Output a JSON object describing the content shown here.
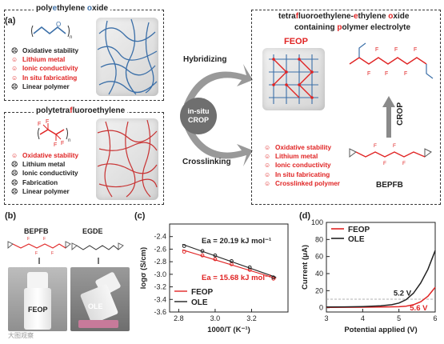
{
  "panel_a": {
    "label": "(a)",
    "peo_box": {
      "title_parts": [
        "poly",
        "e",
        "thylene ",
        "o",
        "xide"
      ],
      "props": [
        {
          "face": "☹",
          "text": "Oxidative stability",
          "color": "#222"
        },
        {
          "face": "☺",
          "text": "Lithium metal",
          "color": "#e02424"
        },
        {
          "face": "☺",
          "text": "Ionic conductivity",
          "color": "#e02424"
        },
        {
          "face": "☺",
          "text": "In situ fabricating",
          "color": "#e02424"
        },
        {
          "face": "☹",
          "text": "Linear polymer",
          "color": "#222"
        }
      ]
    },
    "ptfe_box": {
      "title_parts": [
        "polytetra",
        "f",
        "luoroethylene"
      ],
      "props": [
        {
          "face": "☺",
          "text": "Oxidative stability",
          "color": "#e02424"
        },
        {
          "face": "☹",
          "text": "Lithium metal",
          "color": "#222"
        },
        {
          "face": "☹",
          "text": "Ionic conductivity",
          "color": "#222"
        },
        {
          "face": "☹",
          "text": "Fabrication",
          "color": "#222"
        },
        {
          "face": "☹",
          "text": "Linear polymer",
          "color": "#222"
        }
      ]
    },
    "arrows": {
      "top": "Hybridizing",
      "bottom": "Crosslinking",
      "center": "in-situ\nCROP"
    },
    "result_box": {
      "title_line1_parts": [
        "tetra",
        "f",
        "luoroethylene-",
        "e",
        "thylene ",
        "o",
        "xide"
      ],
      "title_line2_parts": [
        "containing ",
        "p",
        "olymer electrolyte"
      ],
      "feop_label": "FEOP",
      "crop_label": "CROP",
      "bepfb_label": "BEPFB",
      "props": [
        {
          "face": "☺",
          "text": "Oxidative stability"
        },
        {
          "face": "☺",
          "text": "Lithium metal"
        },
        {
          "face": "☺",
          "text": "Ionic conductivity"
        },
        {
          "face": "☺",
          "text": "In situ fabricating"
        },
        {
          "face": "☺",
          "text": "Crosslinked polymer"
        }
      ]
    },
    "struct_labels": {
      "O": "O",
      "n": "n",
      "F": "F"
    }
  },
  "panel_b": {
    "label": "(b)",
    "mol1": "BEPFB",
    "mol2": "EGDE",
    "vial1": "FEOP",
    "vial2": "OLE",
    "watermark": "大图观察"
  },
  "colors": {
    "red": "#e02424",
    "blue": "#3b6fa8",
    "gray": "#8a8a8a",
    "black": "#222222"
  },
  "chart_data": [
    {
      "panel": "(c)",
      "type": "scatter",
      "xlabel": "1000/T (K⁻¹)",
      "ylabel": "logσ (S/cm)",
      "xlim": [
        2.75,
        3.4
      ],
      "ylim": [
        -3.6,
        -2.2
      ],
      "xticks": [
        2.8,
        3.0,
        3.2
      ],
      "xtick_labels": [
        "2.8",
        "3.0",
        "3.2"
      ],
      "yticks": [
        -2.4,
        -2.6,
        -2.8,
        -3.0,
        -3.2,
        -3.4,
        -3.6
      ],
      "ytick_labels": [
        "-2.4",
        "-2.6",
        "-2.8",
        "-3.0",
        "-3.2",
        "-3.4",
        "-3.6"
      ],
      "series": [
        {
          "name": "FEOP",
          "color": "#e02424",
          "x": [
            2.83,
            2.93,
            3.0,
            3.09,
            3.19,
            3.32
          ],
          "y": [
            -2.64,
            -2.7,
            -2.76,
            -2.84,
            -2.93,
            -3.07
          ]
        },
        {
          "name": "OLE",
          "color": "#222222",
          "x": [
            2.83,
            2.93,
            3.0,
            3.09,
            3.19,
            3.32
          ],
          "y": [
            -2.55,
            -2.63,
            -2.7,
            -2.79,
            -2.89,
            -3.05
          ]
        }
      ],
      "annotations": [
        {
          "text": "Ea = 20.19 kJ mol⁻¹",
          "color": "#222222"
        },
        {
          "text": "Ea = 15.68 kJ mol⁻¹",
          "color": "#e02424"
        }
      ],
      "legend": "bottom-left"
    },
    {
      "panel": "(d)",
      "type": "line",
      "xlabel": "Potential applied (V)",
      "ylabel": "Current (μA)",
      "xlim": [
        3,
        6
      ],
      "ylim": [
        -5,
        100
      ],
      "xticks": [
        3,
        4,
        5,
        6
      ],
      "xtick_labels": [
        "3",
        "4",
        "5",
        "6"
      ],
      "yticks": [
        0,
        20,
        40,
        60,
        80,
        100
      ],
      "ytick_labels": [
        "0",
        "20",
        "40",
        "60",
        "80",
        "100"
      ],
      "series": [
        {
          "name": "FEOP",
          "color": "#e02424",
          "x": [
            3.0,
            3.5,
            4.0,
            4.5,
            5.0,
            5.2,
            5.4,
            5.6,
            5.8,
            6.0
          ],
          "y": [
            0.4,
            0.5,
            0.6,
            0.8,
            1.2,
            1.8,
            3.5,
            7.0,
            13.5,
            24.0
          ]
        },
        {
          "name": "OLE",
          "color": "#222222",
          "x": [
            3.0,
            3.5,
            4.0,
            4.5,
            4.8,
            5.0,
            5.2,
            5.4,
            5.6,
            5.8,
            6.0
          ],
          "y": [
            0.8,
            1.0,
            1.4,
            2.2,
            3.5,
            5.5,
            9.5,
            17.0,
            29.0,
            45.0,
            67.0
          ]
        }
      ],
      "annotations": [
        {
          "text": "5.2 V",
          "color": "#222222"
        },
        {
          "text": "5.6 V",
          "color": "#e02424"
        }
      ],
      "threshold_y": 10,
      "legend": "top-left"
    }
  ]
}
